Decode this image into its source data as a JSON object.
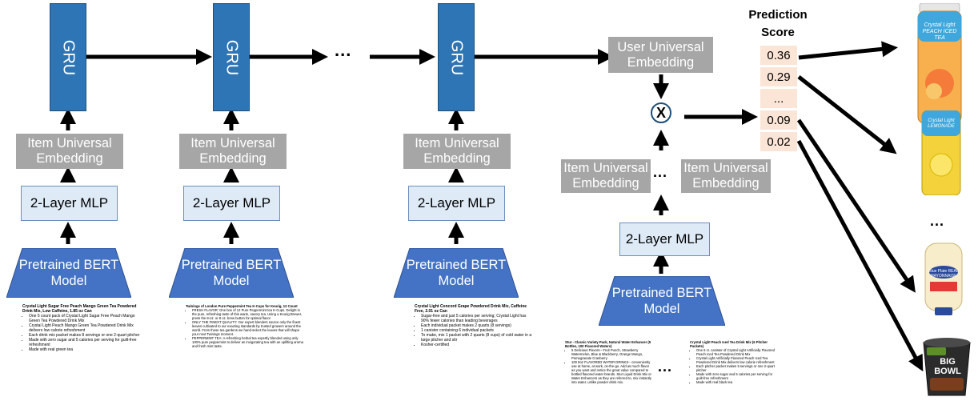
{
  "gru_label": "GRU",
  "item_embedding_label": "Item Universal Embedding",
  "user_embedding_label": "User Universal Embedding",
  "mlp_label": "2-Layer MLP",
  "bert_label": "Pretrained BERT Model",
  "ellipsis": "...",
  "combine_symbol": "X",
  "prediction_header": "Prediction Score",
  "scores": [
    "0.36",
    "0.29",
    "...",
    "0.09",
    "0.02"
  ],
  "products": [
    {
      "name": "crystal-light-peach-tea",
      "text": "Crystal Light PEACH ICED TEA",
      "color": "#F2A23A"
    },
    {
      "name": "crystal-light-lemonade",
      "text": "Crystal Light LEMONADE",
      "color": "#F4D23C"
    },
    {
      "name": "blue-plate-mayonnaise",
      "text": "Blue Plate REAL MAYONNAISE",
      "color": "#F5E6B8"
    },
    {
      "name": "big-bowl",
      "text": "BIG BOWL",
      "color": "#2B2B2B"
    }
  ],
  "descriptions": {
    "d1": {
      "title": "Crystal Light Sugar Free Peach Mango Green Tea Powdered Drink Mix, Low Caffeine, 1.85 oz Can",
      "bullets": [
        "One 5 count pack of Crystal Light Sugar Free Peach Mango Green Tea Powdered Drink Mix",
        "Crystal Light Peach Mango Green Tea Powdered Drink Mix delivers low calorie refreshment",
        "Each drink mix packet makes 8 servings or one 2-quart pitcher",
        "Made with zero sugar and 5 calories per serving for guilt-free refreshment",
        "Made with real green tea"
      ]
    },
    "d2": {
      "title": "Twinings of London Pure Peppermint Tea K-Cups for Keurig, 12 Count",
      "bullets": [
        "FRESH FLAVOR: One box of 12 Pure Peppermint tea K-Cups. Delight in the pure, refreshing taste of this warm, savory tea. Using a Keurig Brewer, press the 8-oz. or 8 oz. brew button for optimal flavor",
        "ONLY THE FINEST QUALITY: Our expert blenders source only the finest leaves cultivated to our exacting standards by trusted growers around the world. From these tea gardens we hand-select the leaves that will shape your next Twinings moment.",
        "PEPPERMINT TEA: A refreshing herbal tea expertly blended using only 100% pure peppermint to deliver an invigorating tea with an uplifting aroma and fresh mint taste."
      ]
    },
    "d3": {
      "title": "Crystal Light Concord Grape Powdered Drink Mix, Caffeine Free, 2.01 oz Can",
      "bullets": [
        "Sugar-free and just 5 calories per serving; Crystal Light has 90% fewer calories than leading beverages",
        "Each individual packet makes 2 quarts (8 servings)",
        "1 canister containing 6 individual packets",
        "To make, mix 1 packet with 2 quarts (8 cups) of cold water in a large pitcher and stir",
        "Kosher-certified"
      ]
    },
    "d4": {
      "title": "Stur - Classic Variety Pack, Natural Water Enhancer (5 Bottles, 100 Flavored Waters)",
      "bullets": [
        "5 Delicious Flavors-- Fruit Punch, Strawberry Watermelon, Blue & Blackberry, Orange Mango, Pomegranate Cranberry",
        "100 8oz FLAVORED WATER DRINKS-- conveniently use at home, at work, on-the-go. Add as much flavor as you want and notice the great value compared to bottled flavored water brands. Stur Liquid Drink Mix or Water Enhancers as they are referred to, mix instantly into water, unlike powder drink mix."
      ]
    },
    "d5": {
      "title": "Crystal Light Peach Iced Tea Drink Mix (6 Pitcher Packets)",
      "bullets": [
        "One 6 ct. canister of Crystal Light Artificially Flavored Peach Iced Tea Powdered Drink Mix",
        "Crystal Light Artificially Flavored Peach Iced Tea Powdered Drink Mix delivers low calorie refreshment",
        "Each pitcher packet makes 5 servings or one 2-quart pitcher",
        "Made with zero sugar and 5 calories per serving for guilt-free refreshment",
        "Made with real black tea"
      ]
    }
  }
}
